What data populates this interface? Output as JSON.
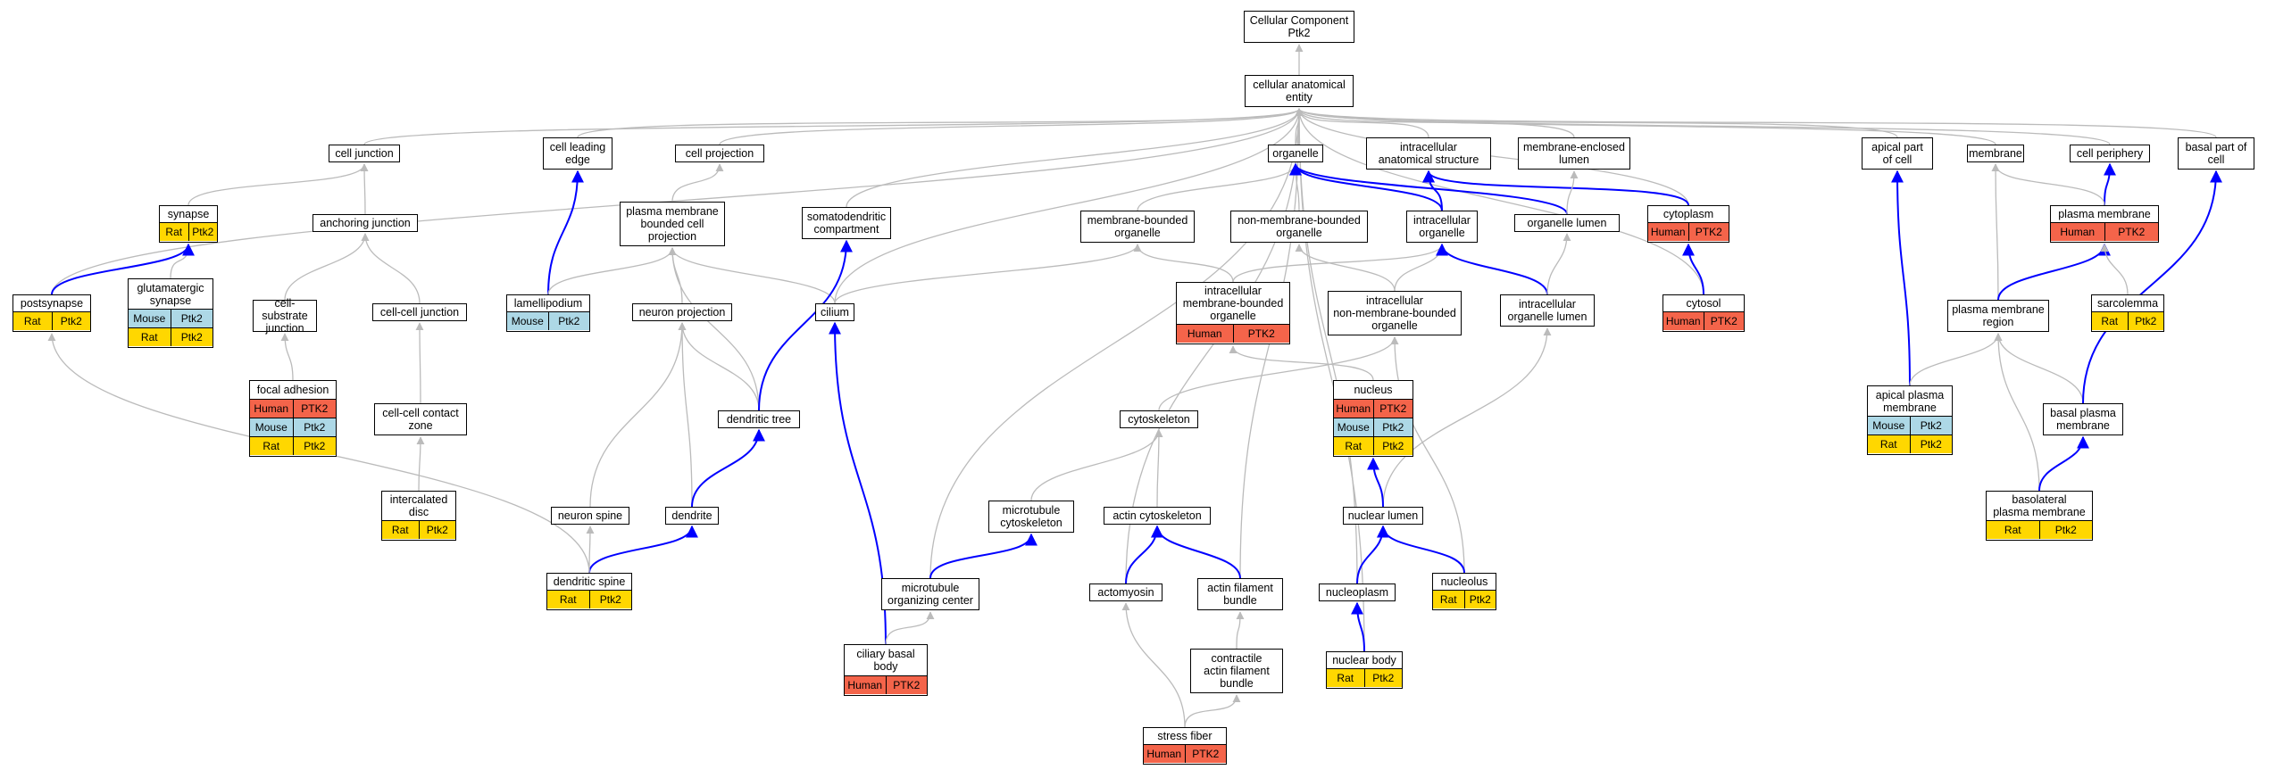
{
  "diagram": {
    "colors": {
      "grey_edge": "#bbbbbb",
      "blue_edge": "#0000ff",
      "Human": "#f4644a",
      "Mouse": "#add8e6",
      "Rat": "#ffd700"
    },
    "nodes": [
      {
        "id": "root",
        "label": "Cellular Component\nPtk2"
      },
      {
        "id": "cae",
        "label": "cellular anatomical\nentity"
      },
      {
        "id": "cj",
        "label": "cell junction"
      },
      {
        "id": "cle",
        "label": "cell leading\nedge"
      },
      {
        "id": "cproj",
        "label": "cell projection"
      },
      {
        "id": "organelle",
        "label": "organelle"
      },
      {
        "id": "ias",
        "label": "intracellular\nanatomical structure"
      },
      {
        "id": "mel",
        "label": "membrane-enclosed\nlumen"
      },
      {
        "id": "apc",
        "label": "apical part\nof cell"
      },
      {
        "id": "membrane",
        "label": "membrane"
      },
      {
        "id": "cperiph",
        "label": "cell periphery"
      },
      {
        "id": "bpc",
        "label": "basal part of\ncell"
      },
      {
        "id": "synapse",
        "label": "synapse",
        "rows": [
          [
            "Rat",
            "Ptk2"
          ]
        ]
      },
      {
        "id": "aj",
        "label": "anchoring junction"
      },
      {
        "id": "pmbcp",
        "label": "plasma membrane\nbounded cell\nprojection"
      },
      {
        "id": "sdc",
        "label": "somatodendritic\ncompartment"
      },
      {
        "id": "mbo",
        "label": "membrane-bounded\norganelle"
      },
      {
        "id": "nmbo",
        "label": "non-membrane-bounded\norganelle"
      },
      {
        "id": "io",
        "label": "intracellular\norganelle"
      },
      {
        "id": "olumen",
        "label": "organelle lumen"
      },
      {
        "id": "cytoplasm",
        "label": "cytoplasm",
        "rows": [
          [
            "Human",
            "PTK2"
          ]
        ]
      },
      {
        "id": "pm",
        "label": "plasma membrane",
        "rows": [
          [
            "Human",
            "PTK2"
          ]
        ]
      },
      {
        "id": "gsyn",
        "label": "glutamatergic\nsynapse",
        "rows": [
          [
            "Mouse",
            "Ptk2"
          ],
          [
            "Rat",
            "Ptk2"
          ]
        ]
      },
      {
        "id": "postsyn",
        "label": "postsynapse",
        "rows": [
          [
            "Rat",
            "Ptk2"
          ]
        ]
      },
      {
        "id": "csj",
        "label": "cell-substrate\njunction"
      },
      {
        "id": "ccj",
        "label": "cell-cell junction"
      },
      {
        "id": "lamel",
        "label": "lamellipodium",
        "rows": [
          [
            "Mouse",
            "Ptk2"
          ]
        ]
      },
      {
        "id": "nproj",
        "label": "neuron projection"
      },
      {
        "id": "cilium",
        "label": "cilium"
      },
      {
        "id": "imbo",
        "label": "intracellular\nmembrane-bounded\norganelle",
        "rows": [
          [
            "Human",
            "PTK2"
          ]
        ]
      },
      {
        "id": "inmbo",
        "label": "intracellular\nnon-membrane-bounded\norganelle"
      },
      {
        "id": "iol",
        "label": "intracellular\norganelle lumen"
      },
      {
        "id": "cytosol",
        "label": "cytosol",
        "rows": [
          [
            "Human",
            "PTK2"
          ]
        ]
      },
      {
        "id": "pmr",
        "label": "plasma membrane\nregion"
      },
      {
        "id": "sarco",
        "label": "sarcolemma",
        "rows": [
          [
            "Rat",
            "Ptk2"
          ]
        ]
      },
      {
        "id": "fa",
        "label": "focal adhesion",
        "rows": [
          [
            "Human",
            "PTK2"
          ],
          [
            "Mouse",
            "Ptk2"
          ],
          [
            "Rat",
            "Ptk2"
          ]
        ]
      },
      {
        "id": "cccz",
        "label": "cell-cell contact\nzone"
      },
      {
        "id": "nucleus",
        "label": "nucleus",
        "rows": [
          [
            "Human",
            "PTK2"
          ],
          [
            "Mouse",
            "Ptk2"
          ],
          [
            "Rat",
            "Ptk2"
          ]
        ]
      },
      {
        "id": "apm",
        "label": "apical plasma\nmembrane",
        "rows": [
          [
            "Mouse",
            "Ptk2"
          ],
          [
            "Rat",
            "Ptk2"
          ]
        ]
      },
      {
        "id": "dtree",
        "label": "dendritic tree"
      },
      {
        "id": "cytoskel",
        "label": "cytoskeleton"
      },
      {
        "id": "bpm",
        "label": "basal plasma\nmembrane"
      },
      {
        "id": "idisc",
        "label": "intercalated\ndisc",
        "rows": [
          [
            "Rat",
            "Ptk2"
          ]
        ]
      },
      {
        "id": "mtcs",
        "label": "microtubule\ncytoskeleton"
      },
      {
        "id": "nspine",
        "label": "neuron spine"
      },
      {
        "id": "dendrite",
        "label": "dendrite"
      },
      {
        "id": "actcs",
        "label": "actin cytoskeleton"
      },
      {
        "id": "nlumen",
        "label": "nuclear lumen"
      },
      {
        "id": "blpm",
        "label": "basolateral\nplasma membrane",
        "rows": [
          [
            "Rat",
            "Ptk2"
          ]
        ]
      },
      {
        "id": "dspine",
        "label": "dendritic spine",
        "rows": [
          [
            "Rat",
            "Ptk2"
          ]
        ]
      },
      {
        "id": "mtoc",
        "label": "microtubule\norganizing center"
      },
      {
        "id": "actomyosin",
        "label": "actomyosin"
      },
      {
        "id": "afb",
        "label": "actin filament\nbundle"
      },
      {
        "id": "nplasm",
        "label": "nucleoplasm"
      },
      {
        "id": "nucleolus",
        "label": "nucleolus",
        "rows": [
          [
            "Rat",
            "Ptk2"
          ]
        ]
      },
      {
        "id": "cbb",
        "label": "ciliary basal\nbody",
        "rows": [
          [
            "Human",
            "PTK2"
          ]
        ]
      },
      {
        "id": "cafb",
        "label": "contractile\nactin filament\nbundle"
      },
      {
        "id": "nbody",
        "label": "nuclear body",
        "rows": [
          [
            "Rat",
            "Ptk2"
          ]
        ]
      },
      {
        "id": "sfiber",
        "label": "stress fiber",
        "rows": [
          [
            "Human",
            "PTK2"
          ]
        ]
      }
    ],
    "edges": [
      [
        "cae",
        "root",
        "grey"
      ],
      [
        "cj",
        "cae",
        "grey"
      ],
      [
        "cle",
        "cae",
        "grey"
      ],
      [
        "cproj",
        "cae",
        "grey"
      ],
      [
        "organelle",
        "cae",
        "grey"
      ],
      [
        "ias",
        "cae",
        "grey"
      ],
      [
        "mel",
        "cae",
        "grey"
      ],
      [
        "apc",
        "cae",
        "grey"
      ],
      [
        "membrane",
        "cae",
        "grey"
      ],
      [
        "cperiph",
        "cae",
        "grey"
      ],
      [
        "bpc",
        "cae",
        "grey"
      ],
      [
        "postsyn",
        "cae",
        "grey"
      ],
      [
        "sdc",
        "cae",
        "grey"
      ],
      [
        "mtoc",
        "cae",
        "grey"
      ],
      [
        "actomyosin",
        "cae",
        "grey"
      ],
      [
        "cytoplasm",
        "cae",
        "grey"
      ],
      [
        "cytosol",
        "cae",
        "grey"
      ],
      [
        "nbody",
        "cae",
        "grey"
      ],
      [
        "cilium",
        "cae",
        "grey"
      ],
      [
        "nplasm",
        "cae",
        "grey"
      ],
      [
        "afb",
        "cae",
        "grey"
      ],
      [
        "synapse",
        "cj",
        "grey"
      ],
      [
        "aj",
        "cj",
        "grey"
      ],
      [
        "gsyn",
        "synapse",
        "grey"
      ],
      [
        "postsyn",
        "synapse",
        "blue"
      ],
      [
        "csj",
        "aj",
        "grey"
      ],
      [
        "ccj",
        "aj",
        "grey"
      ],
      [
        "fa",
        "csj",
        "grey"
      ],
      [
        "cccz",
        "ccj",
        "grey"
      ],
      [
        "idisc",
        "cccz",
        "grey"
      ],
      [
        "lamel",
        "cle",
        "blue"
      ],
      [
        "lamel",
        "pmbcp",
        "grey"
      ],
      [
        "pmbcp",
        "cproj",
        "grey"
      ],
      [
        "nproj",
        "pmbcp",
        "grey"
      ],
      [
        "cilium",
        "pmbcp",
        "grey"
      ],
      [
        "dtree",
        "pmbcp",
        "grey"
      ],
      [
        "nspine",
        "nproj",
        "grey"
      ],
      [
        "dendrite",
        "nproj",
        "grey"
      ],
      [
        "dtree",
        "nproj",
        "grey"
      ],
      [
        "dendrite",
        "dtree",
        "blue"
      ],
      [
        "dtree",
        "sdc",
        "blue"
      ],
      [
        "dspine",
        "dendrite",
        "blue"
      ],
      [
        "dspine",
        "nspine",
        "grey"
      ],
      [
        "dspine",
        "postsyn",
        "grey"
      ],
      [
        "cbb",
        "cilium",
        "blue"
      ],
      [
        "cbb",
        "mtoc",
        "grey"
      ],
      [
        "mtoc",
        "mtcs",
        "blue"
      ],
      [
        "mtcs",
        "cytoskel",
        "grey"
      ],
      [
        "actcs",
        "cytoskel",
        "grey"
      ],
      [
        "actomyosin",
        "actcs",
        "blue"
      ],
      [
        "afb",
        "actcs",
        "blue"
      ],
      [
        "cafb",
        "afb",
        "grey"
      ],
      [
        "sfiber",
        "cafb",
        "grey"
      ],
      [
        "sfiber",
        "actomyosin",
        "grey"
      ],
      [
        "mbo",
        "organelle",
        "grey"
      ],
      [
        "nmbo",
        "organelle",
        "grey"
      ],
      [
        "io",
        "organelle",
        "blue"
      ],
      [
        "olumen",
        "organelle",
        "blue"
      ],
      [
        "io",
        "ias",
        "blue"
      ],
      [
        "cytoplasm",
        "ias",
        "blue"
      ],
      [
        "olumen",
        "mel",
        "grey"
      ],
      [
        "cilium",
        "mbo",
        "grey"
      ],
      [
        "imbo",
        "mbo",
        "grey"
      ],
      [
        "imbo",
        "io",
        "grey"
      ],
      [
        "inmbo",
        "nmbo",
        "grey"
      ],
      [
        "inmbo",
        "io",
        "grey"
      ],
      [
        "iol",
        "io",
        "blue"
      ],
      [
        "iol",
        "olumen",
        "grey"
      ],
      [
        "cytoskel",
        "inmbo",
        "grey"
      ],
      [
        "nucleus",
        "imbo",
        "grey"
      ],
      [
        "nucleolus",
        "inmbo",
        "grey"
      ],
      [
        "nlumen",
        "iol",
        "grey"
      ],
      [
        "nlumen",
        "nucleus",
        "blue"
      ],
      [
        "nplasm",
        "nlumen",
        "blue"
      ],
      [
        "nucleolus",
        "nlumen",
        "blue"
      ],
      [
        "nbody",
        "nplasm",
        "blue"
      ],
      [
        "cytosol",
        "cytoplasm",
        "blue"
      ],
      [
        "apm",
        "apc",
        "blue"
      ],
      [
        "pm",
        "cperiph",
        "blue"
      ],
      [
        "pm",
        "membrane",
        "grey"
      ],
      [
        "pmr",
        "membrane",
        "grey"
      ],
      [
        "pmr",
        "pm",
        "blue"
      ],
      [
        "sarco",
        "pm",
        "grey"
      ],
      [
        "apm",
        "pmr",
        "grey"
      ],
      [
        "bpm",
        "pmr",
        "grey"
      ],
      [
        "blpm",
        "pmr",
        "grey"
      ],
      [
        "blpm",
        "bpm",
        "blue"
      ],
      [
        "bpm",
        "bpc",
        "blue"
      ]
    ]
  }
}
